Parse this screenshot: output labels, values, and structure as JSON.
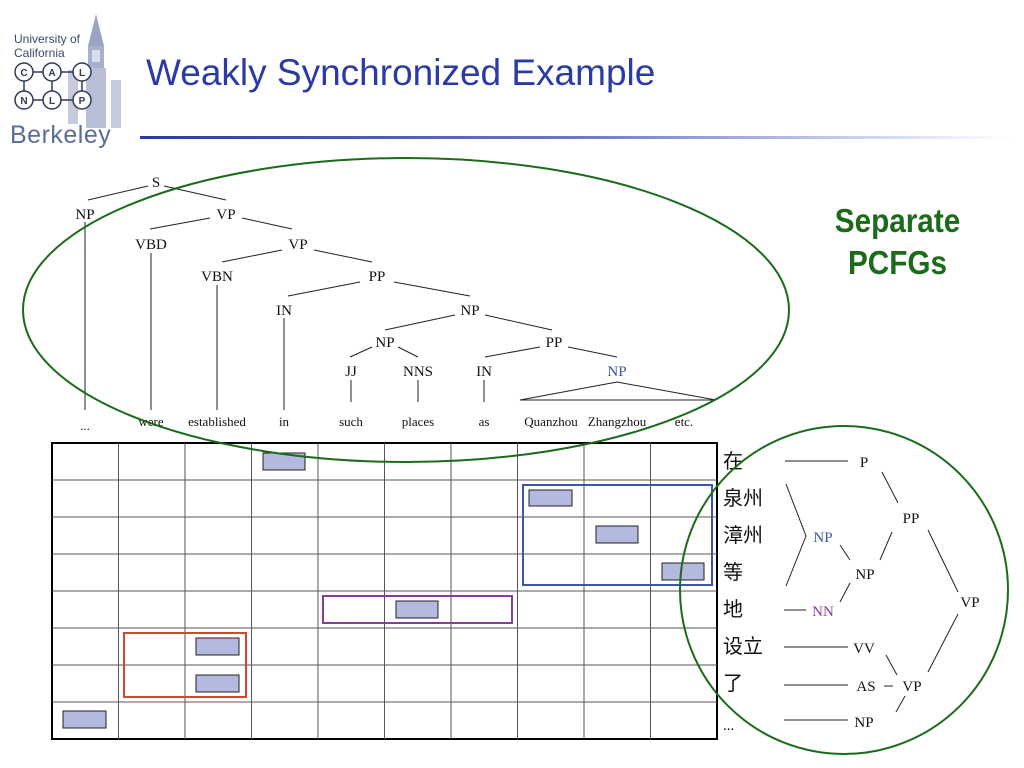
{
  "logo": {
    "university": "University of California",
    "letters": [
      "C",
      "A",
      "L",
      "N",
      "L",
      "P"
    ],
    "name": "Berkeley"
  },
  "slide": {
    "title": "Weakly Synchronized Example",
    "caption_line1": "Separate",
    "caption_line2": "PCFGs"
  },
  "english_words": [
    "...",
    "were",
    "established",
    "in",
    "such",
    "places",
    "as",
    "Quanzhou",
    "Zhangzhou",
    "etc."
  ],
  "chinese_words": [
    "在",
    "泉州",
    "漳州",
    "等",
    "地",
    "设立",
    "了",
    "..."
  ],
  "english_tree": {
    "labels": [
      "S",
      "NP",
      "VP",
      "VBD",
      "VP",
      "VBN",
      "PP",
      "IN",
      "NP",
      "NP",
      "PP",
      "JJ",
      "NNS",
      "IN",
      "NP"
    ],
    "highlighted_label": "NP"
  },
  "chinese_tree": {
    "labels": [
      "P",
      "PP",
      "NP",
      "NP",
      "NN",
      "VP",
      "VV",
      "AS",
      "VP",
      "NP"
    ]
  },
  "colors": {
    "title": "#2a3aa6",
    "caption": "#1b6b1b",
    "ellipse": "#1b6b1b",
    "cell": "#b4b9e0",
    "box_blue": "#3a56a8",
    "box_purple": "#8a3b9c",
    "box_red": "#d6462f",
    "np_blue": "#3a56a8",
    "nn_purple": "#8a3b9c"
  }
}
